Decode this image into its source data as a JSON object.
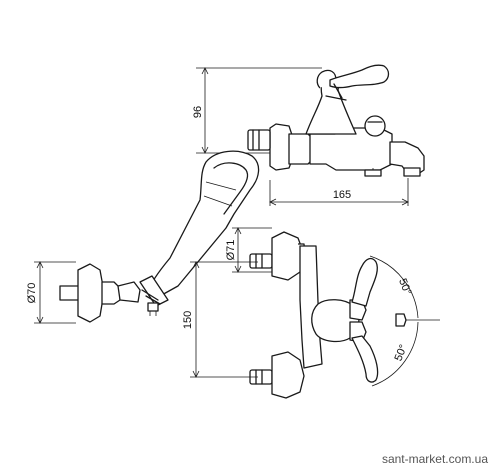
{
  "dimensions": {
    "spout_height": "96",
    "spout_length": "165",
    "top_flange": "Ø71",
    "shower_flange": "Ø70",
    "inlet_spacing": "150",
    "lever_angle_top": "50°",
    "lever_angle_bottom": "50°"
  },
  "watermark": "sant-market.com.ua"
}
